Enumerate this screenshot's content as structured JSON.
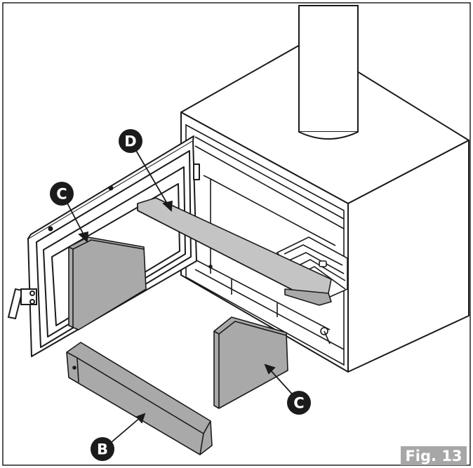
{
  "callouts": {
    "d": "D",
    "c_door": "C",
    "c_floor": "C",
    "b": "B"
  },
  "figure_label": "Fig. 13",
  "colors": {
    "line": "#1a1a1a",
    "part_fill": "#a9a9a9",
    "part_fill_top": "#c4c4c4",
    "stove_fill": "#ffffff",
    "callout_bg": "#1b1b1b",
    "label_bg": "#a7a7a7"
  }
}
